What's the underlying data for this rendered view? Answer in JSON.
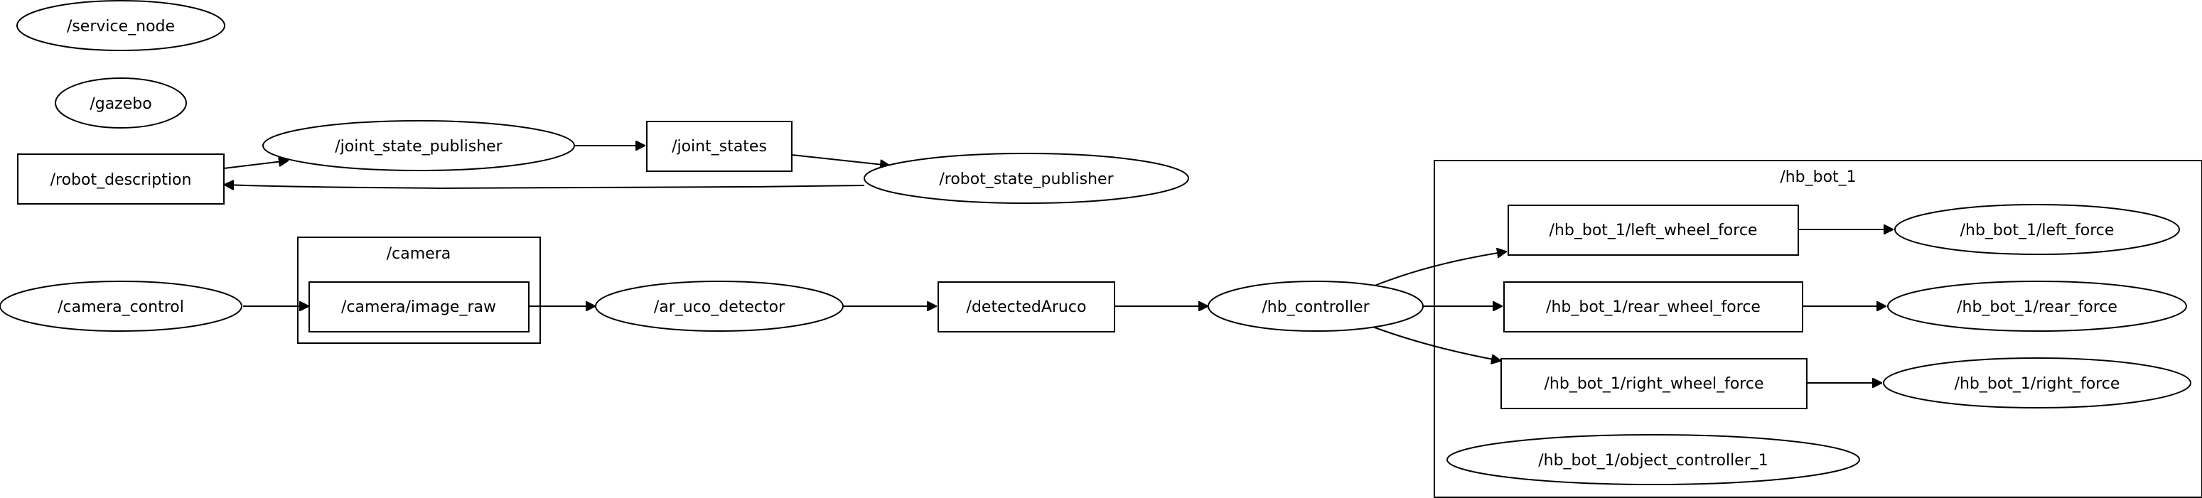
{
  "graph": {
    "clusters": {
      "camera": "/camera",
      "hb_bot_1": "/hb_bot_1"
    },
    "nodes": {
      "service_node": "/service_node",
      "gazebo": "/gazebo",
      "robot_description": "/robot_description",
      "joint_state_publisher": "/joint_state_publisher",
      "joint_states": "/joint_states",
      "robot_state_publisher": "/robot_state_publisher",
      "camera_control": "/camera_control",
      "camera_image_raw": "/camera/image_raw",
      "ar_uco_detector": "/ar_uco_detector",
      "detected_aruco": "/detectedAruco",
      "hb_controller": "/hb_controller",
      "left_wheel_force": "/hb_bot_1/left_wheel_force",
      "rear_wheel_force": "/hb_bot_1/rear_wheel_force",
      "right_wheel_force": "/hb_bot_1/right_wheel_force",
      "left_force": "/hb_bot_1/left_force",
      "rear_force": "/hb_bot_1/rear_force",
      "right_force": "/hb_bot_1/right_force",
      "object_controller": "/hb_bot_1/object_controller_1"
    },
    "node_kinds": {
      "service_node": "node",
      "gazebo": "node",
      "robot_description": "topic",
      "joint_state_publisher": "node",
      "joint_states": "topic",
      "robot_state_publisher": "node",
      "camera_control": "node",
      "camera_image_raw": "topic",
      "ar_uco_detector": "node",
      "detected_aruco": "topic",
      "hb_controller": "node",
      "left_wheel_force": "topic",
      "rear_wheel_force": "topic",
      "right_wheel_force": "topic",
      "left_force": "node",
      "rear_force": "node",
      "right_force": "node",
      "object_controller": "node"
    },
    "edges": [
      [
        "robot_description",
        "joint_state_publisher"
      ],
      [
        "joint_state_publisher",
        "joint_states"
      ],
      [
        "joint_states",
        "robot_state_publisher"
      ],
      [
        "robot_state_publisher",
        "robot_description"
      ],
      [
        "camera_control",
        "camera_image_raw"
      ],
      [
        "camera_image_raw",
        "ar_uco_detector"
      ],
      [
        "ar_uco_detector",
        "detected_aruco"
      ],
      [
        "detected_aruco",
        "hb_controller"
      ],
      [
        "hb_controller",
        "left_wheel_force"
      ],
      [
        "hb_controller",
        "rear_wheel_force"
      ],
      [
        "hb_controller",
        "right_wheel_force"
      ],
      [
        "left_wheel_force",
        "left_force"
      ],
      [
        "rear_wheel_force",
        "rear_force"
      ],
      [
        "right_wheel_force",
        "right_force"
      ]
    ],
    "colors": {
      "stroke": "#000000",
      "fill": "#ffffff",
      "text": "#000000"
    }
  }
}
